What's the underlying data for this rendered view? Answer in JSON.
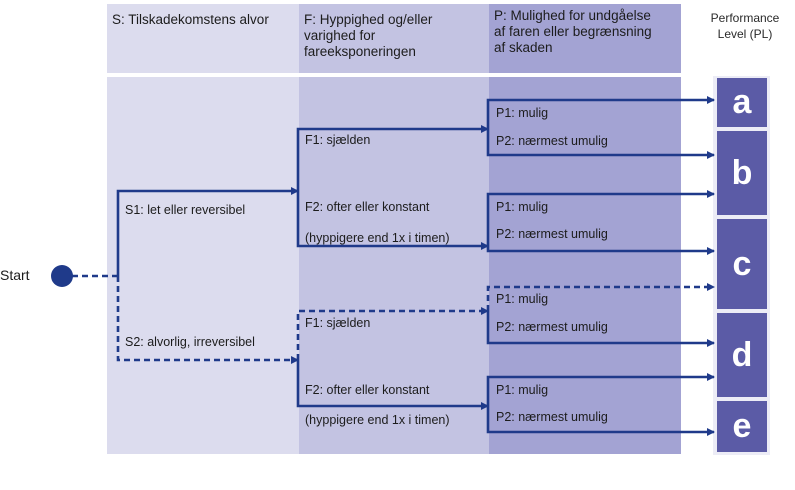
{
  "headers": {
    "s": [
      "S: Tilskadekomstens alvor"
    ],
    "f": [
      "F: Hyppighed og/eller",
      "varighed for",
      "fareeksponeringen"
    ],
    "p": [
      "P: Mulighed for undgåelse",
      "af faren eller begrænsning",
      "af skaden"
    ],
    "pl": [
      "Performance",
      "Level (PL)"
    ]
  },
  "start_label": "Start",
  "labels": {
    "s1": "S1: let eller reversibel",
    "s2": "S2: alvorlig, irreversibel",
    "f1_top": "F1: sjælden",
    "f2_top": "F2: ofter eller konstant",
    "f2_top_note": "(hyppigere end 1x i timen)",
    "f1_bottom": "F1: sjælden",
    "f2_bottom": "F2: ofter eller konstant",
    "f2_bottom_note": "(hyppigere end 1x i timen)",
    "p1_1": "P1: mulig",
    "p2_1": "P2: nærmest umulig",
    "p1_2": "P1: mulig",
    "p2_2": "P2: nærmest umulig",
    "p1_3": "P1: mulig",
    "p2_3": "P2: nærmest umulig",
    "p1_4": "P1: mulig",
    "p2_4": "P2: nærmest umulig"
  },
  "pl_levels": [
    "a",
    "b",
    "c",
    "d",
    "e"
  ],
  "colors": {
    "line": "#1f3a8a",
    "col_s": "#dcdcee",
    "col_f": "#c3c3e2",
    "col_p": "#a3a3d3",
    "pl_box": "#5b5ba6"
  }
}
